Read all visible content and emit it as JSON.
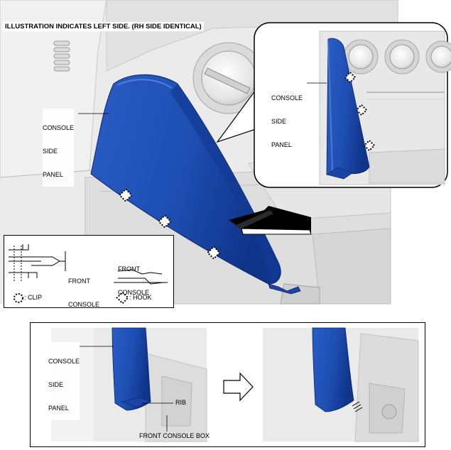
{
  "title": "ILLUSTRATION INDICATES LEFT SIDE. (RH SIDE IDENTICAL)",
  "main_label": [
    "CONSOLE",
    "SIDE",
    "PANEL"
  ],
  "inset_label": [
    "CONSOLE",
    "SIDE",
    "PANEL"
  ],
  "legend": {
    "front_console": [
      "FRONT",
      "CONSOLE"
    ],
    "front_console_2": [
      "FRONT",
      "CONSOLE"
    ],
    "clip": ": CLIP",
    "hook": ": HOOK"
  },
  "bottom": {
    "panel_label": [
      "CONSOLE",
      "SIDE",
      "PANEL"
    ],
    "rib": "RIB",
    "box": "FRONT CONSOLE BOX"
  },
  "colors": {
    "panel_blue": "#1d4fb5",
    "panel_dark": "#0e2f7a",
    "bg_gray": "#e9e9e9",
    "line_gray": "#b5b5b5"
  }
}
